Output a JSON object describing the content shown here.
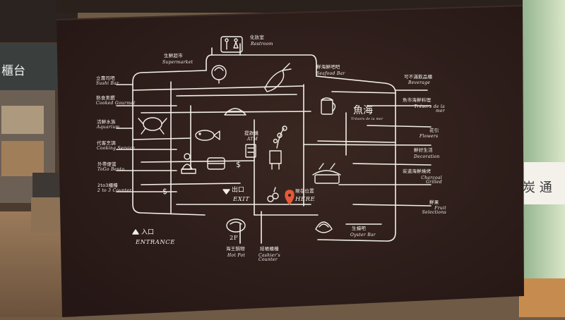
{
  "background_signs": {
    "left": "櫃台",
    "right": "炭 通"
  },
  "map": {
    "restroom": {
      "zh": "化妝室",
      "en": "Restroom"
    },
    "supermarket": {
      "zh": "生鮮超市",
      "en": "Supermarket"
    },
    "seafood_bar": {
      "zh": "鮮海鮮吧吧",
      "en": "Seafood Bar"
    },
    "sushi_bar": {
      "zh": "立壽司吧",
      "en": "Sushi Bar"
    },
    "cooked_gourmet": {
      "zh": "熟食美饌",
      "en": "Cooked Gourmet"
    },
    "aquarium": {
      "zh": "活鮮水族",
      "en": "Aquarium"
    },
    "cooking_service": {
      "zh": "代客烹調",
      "en": "Cooking Service"
    },
    "togo_bento": {
      "zh": "外帶便當",
      "en": "ToGo Bento"
    },
    "counter_2to3": {
      "zh": "2to3櫃檯",
      "en": "2 to 3 Counter"
    },
    "beverage": {
      "zh": "可不滿飲品櫃",
      "en": "Beverage"
    },
    "tresors": {
      "zh": "魚市海鮮料理",
      "en": "Trésors de la mer"
    },
    "brand": {
      "zh": "魚海",
      "en": "Trésors de la mer"
    },
    "flowers": {
      "zh": "花引",
      "en": "Flowers"
    },
    "decoration": {
      "zh": "鮮好生活",
      "en": "Decoration"
    },
    "charcoal": {
      "zh": "炭道海鮮燒烤",
      "en": "Charcoal Grilled"
    },
    "fruit": {
      "zh": "鮮果",
      "en": "Fruit Selections"
    },
    "oyster_bar": {
      "zh": "生蠔吧",
      "en": "Oyster Bar"
    },
    "atm": {
      "zh": "提款機",
      "en": "ATM"
    },
    "exit": {
      "zh": "出口",
      "en": "EXIT"
    },
    "here": {
      "zh": "現在位置",
      "en": "HERE"
    },
    "entrance": {
      "zh": "入口",
      "en": "ENTRANCE"
    },
    "hot_pot": {
      "zh": "海王鍋物",
      "en": "Hot Pot"
    },
    "floor": {
      "label": "2F"
    },
    "cashier": {
      "zh": "結帳櫃檯",
      "en": "Cashier's Counter"
    },
    "dollar": "$"
  }
}
